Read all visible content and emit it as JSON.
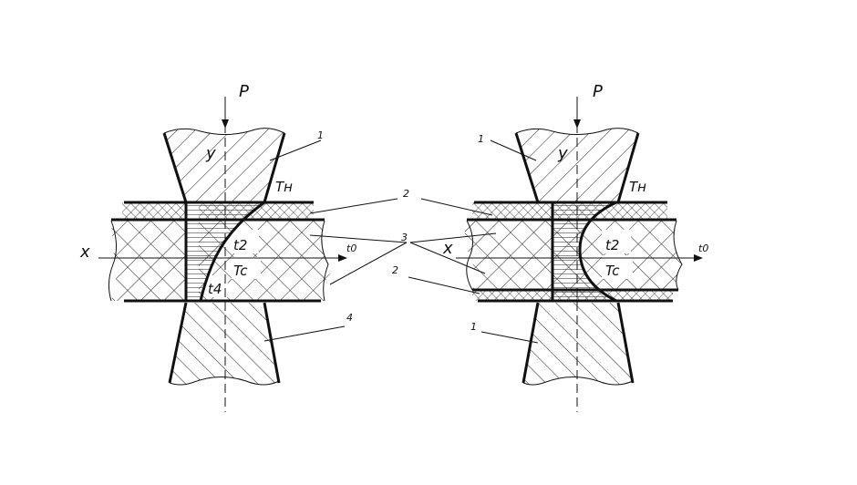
{
  "labels": {
    "force": "P",
    "axis_x": "x",
    "axis_y": "y",
    "temp_n": "Tн",
    "temp_c": "Tc",
    "t0": "t0",
    "t2": "t2",
    "t4": "t4",
    "part1": "1",
    "part2": "2",
    "part3": "3",
    "part4": "4"
  }
}
